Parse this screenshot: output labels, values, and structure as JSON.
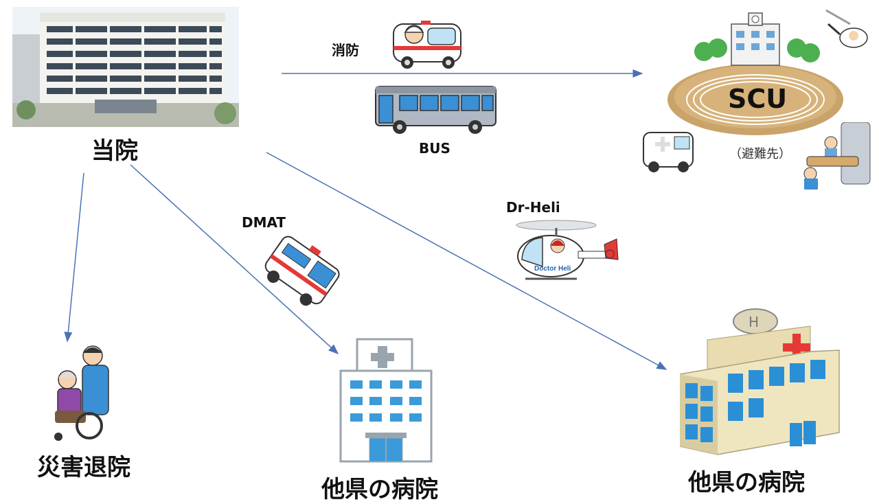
{
  "origin": {
    "label": "当院"
  },
  "scu": {
    "label": "SCU",
    "note": "（避難先）"
  },
  "transports": {
    "fire": "消防",
    "bus": "BUS",
    "dmat": "DMAT",
    "heli": "Dr-Heli",
    "heli_text": "Doctor Heli"
  },
  "destinations": {
    "discharge": "災害退院",
    "hospital_a": "他県の病院",
    "hospital_b": "他県の病院"
  },
  "colors": {
    "arrow": "#4a72b5",
    "accent_red": "#e53935",
    "window_blue": "#3b8fd4"
  }
}
